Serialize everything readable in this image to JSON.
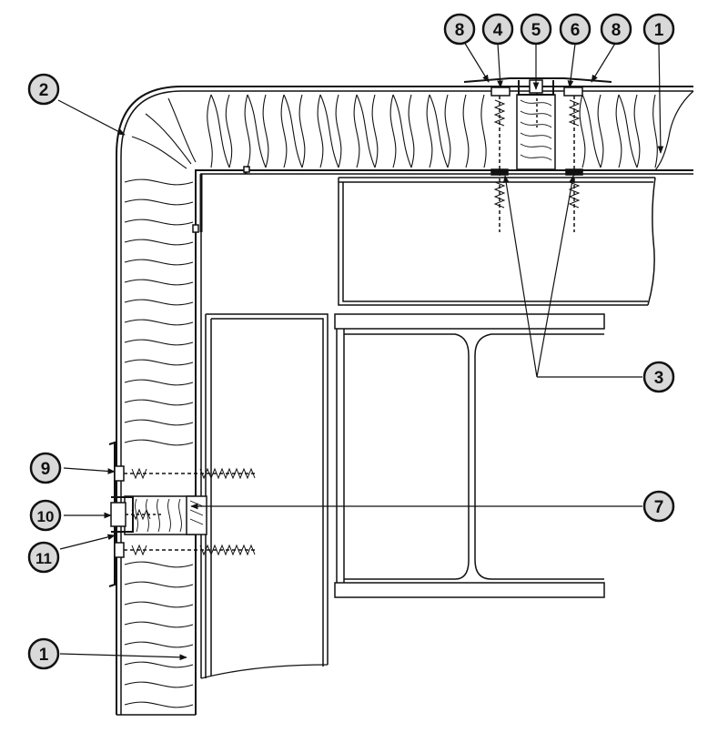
{
  "callouts": [
    {
      "id": "c8a",
      "label": "8"
    },
    {
      "id": "c4",
      "label": "4"
    },
    {
      "id": "c5",
      "label": "5"
    },
    {
      "id": "c6",
      "label": "6"
    },
    {
      "id": "c8b",
      "label": "8"
    },
    {
      "id": "c1a",
      "label": "1"
    },
    {
      "id": "c2",
      "label": "2"
    },
    {
      "id": "c3",
      "label": "3"
    },
    {
      "id": "c7",
      "label": "7"
    },
    {
      "id": "c9",
      "label": "9"
    },
    {
      "id": "c10",
      "label": "10"
    },
    {
      "id": "c11",
      "label": "11"
    },
    {
      "id": "c1b",
      "label": "1"
    }
  ],
  "colors": {
    "line": "#111111",
    "callout_fill": "#d9d9d9",
    "background": "#ffffff"
  }
}
